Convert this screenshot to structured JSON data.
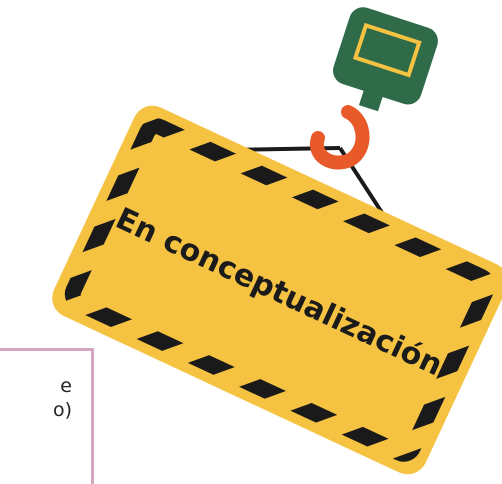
{
  "sign": {
    "text": "En conceptualización",
    "fill_color": "#f5c242",
    "stripe_color": "#1a1a1a"
  },
  "hook": {
    "body_color": "#2f6b48",
    "hook_color": "#e85a2a",
    "cable_color": "#1a1a1a"
  },
  "side_panel": {
    "text_line1": "e",
    "text_line2": "o)",
    "border_color": "#d4a6c0"
  },
  "icons": {
    "hook": "crane-hook-icon",
    "sign": "warning-sign-icon"
  }
}
